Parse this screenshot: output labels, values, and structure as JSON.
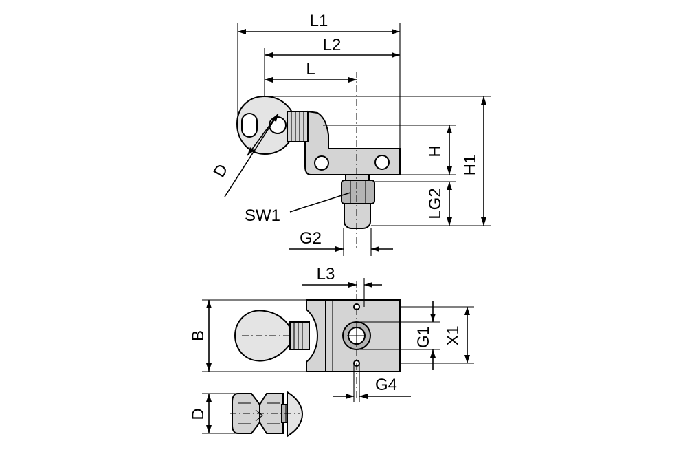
{
  "labels": {
    "L1": "L1",
    "L2": "L2",
    "L": "L",
    "H": "H",
    "H1": "H1",
    "D_top": "D",
    "SW1": "SW1",
    "LG2": "LG2",
    "G2": "G2",
    "L3": "L3",
    "B": "B",
    "G1": "G1",
    "X1": "X1",
    "G4": "G4",
    "D_bottom": "D"
  },
  "colors": {
    "line": "#000000",
    "part_fill": "#d4d4d4",
    "background": "#ffffff"
  }
}
